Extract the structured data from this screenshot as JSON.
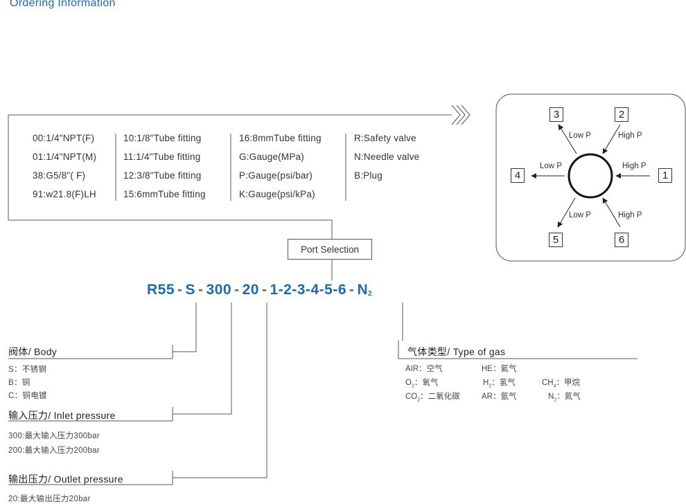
{
  "title": "Ordering Information",
  "port_options": {
    "col1": [
      "00:1/4\"NPT(F)",
      "01:1/4\"NPT(M)",
      "38:G5/8\"( F)",
      "91:w21.8(F)LH"
    ],
    "col2": [
      "10:1/8\"Tube fitting",
      "11:1/4\"Tube fitting",
      "12:3/8\"Tube fitting",
      "15:6mmTube fitting"
    ],
    "col3": [
      "16:8mmTube fitting",
      "G:Gauge(MPa)",
      "P:Gauge(psi/bar)",
      "K:Gauge(psi/kPa)"
    ],
    "col4": [
      "R:Safety valve",
      "N:Needle valve",
      "B:Plug"
    ]
  },
  "port_selection_label": "Port Selection",
  "model_code": {
    "prefix": "R55",
    "body": "S",
    "inlet": "300",
    "outlet": "20",
    "ports": "1-2-3-4-5-6",
    "gas": "N",
    "gas_sub": "2",
    "separator": "-"
  },
  "body_section": {
    "title": "阀体/ Body",
    "items": [
      "S：不锈钢",
      "B：铜",
      "C：铜电镀"
    ]
  },
  "inlet_section": {
    "title": "输入压力/ Inlet pressure",
    "items": [
      "300:最大输入压力300bar",
      "200:最大输入压力200bar"
    ]
  },
  "outlet_section": {
    "title": "输出压力/ Outlet pressure",
    "items": [
      "20:最大输出压力20bar"
    ]
  },
  "gas_section": {
    "title": "气体类型/ Type of gas",
    "row1": [
      "AIR：空气",
      "HE：氦气"
    ],
    "row2": {
      "o2_a": "O",
      "o2_sub": "2",
      "o2_b": "：氧气",
      "h2_a": "H",
      "h2_sub": "2",
      "h2_b": "：氢气",
      "ch4_a": "CH",
      "ch4_sub": "4",
      "ch4_b": "：甲烷"
    },
    "row3": {
      "co2_a": "CO",
      "co2_sub": "2",
      "co2_b": "：二氧化碳",
      "ar": "AR：氩气",
      "n2_a": "N",
      "n2_sub": "2",
      "n2_b": "：氮气"
    }
  },
  "port_diagram": {
    "ports": [
      "1",
      "2",
      "3",
      "4",
      "5",
      "6"
    ],
    "low_label": "Low P",
    "high_label": "High P"
  },
  "colors": {
    "accent": "#1c6aa8",
    "line": "#555555"
  }
}
